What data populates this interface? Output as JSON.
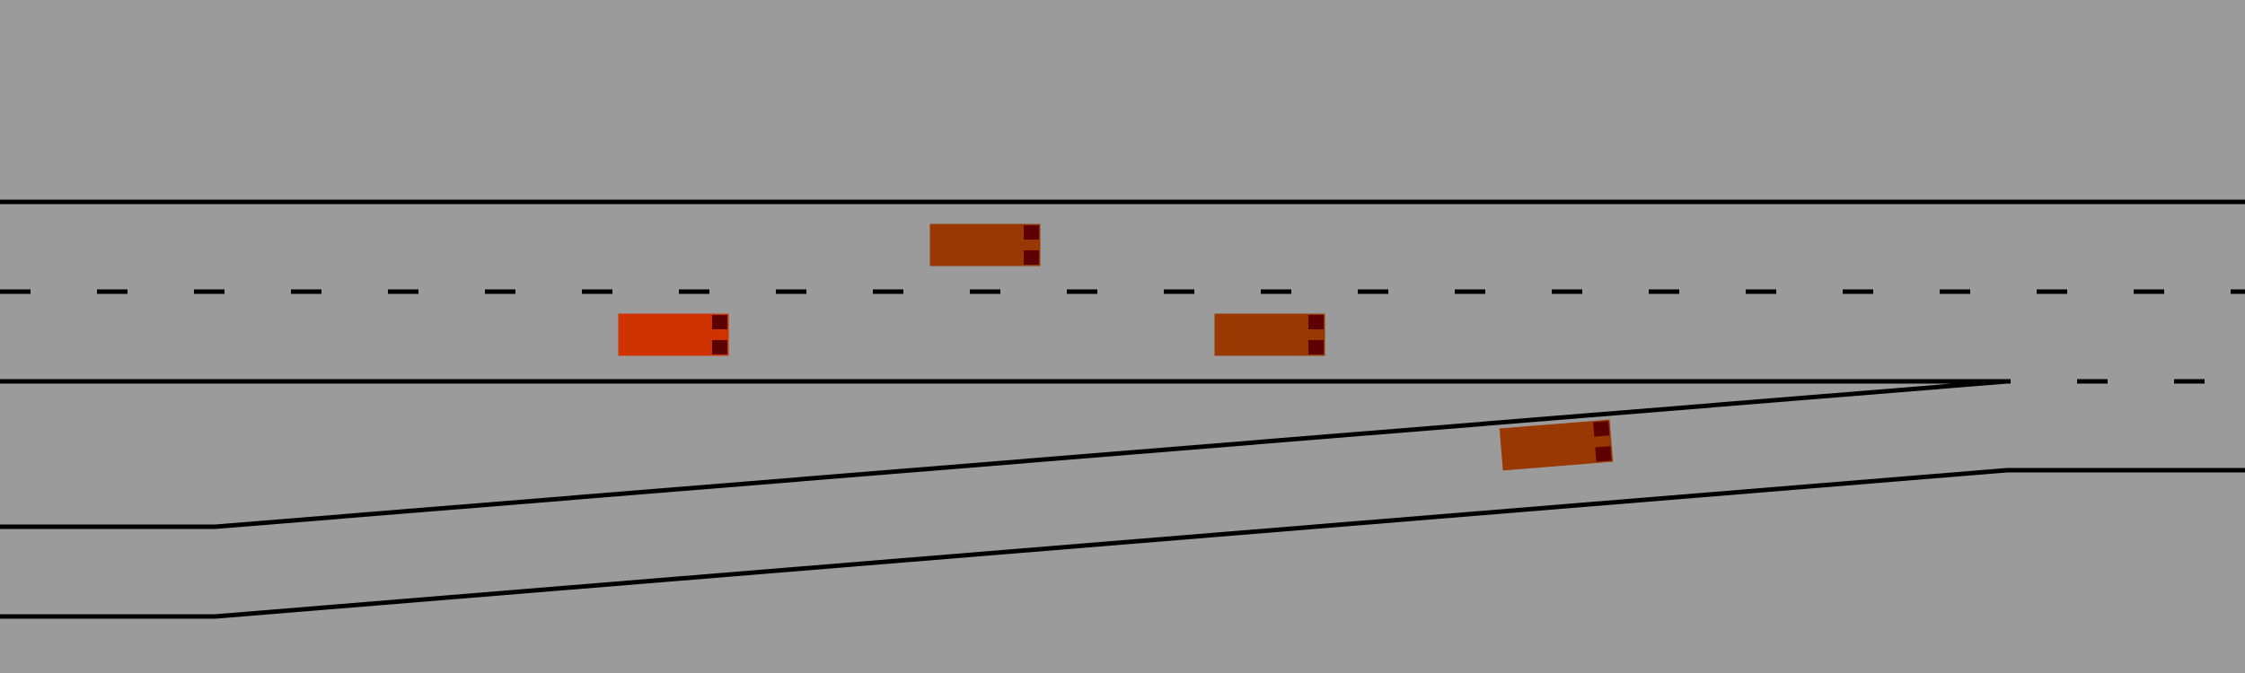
{
  "scene": {
    "colors": {
      "background": "#9b9b9b",
      "lane_marking": "#000000",
      "ego_vehicle": "#d03200",
      "other_vehicle": "#993800",
      "vehicle_lights": "#5c0000"
    },
    "road": {
      "main_lanes": 2,
      "merge_lanes": 1,
      "direction": "left-to-right"
    },
    "vehicles": [
      {
        "id": "ego",
        "role": "controlled",
        "lane": "main-lane-2"
      },
      {
        "id": "v1",
        "role": "other",
        "lane": "main-lane-1"
      },
      {
        "id": "v2",
        "role": "other",
        "lane": "main-lane-2"
      },
      {
        "id": "v3",
        "role": "other",
        "lane": "merge-lane"
      }
    ]
  }
}
